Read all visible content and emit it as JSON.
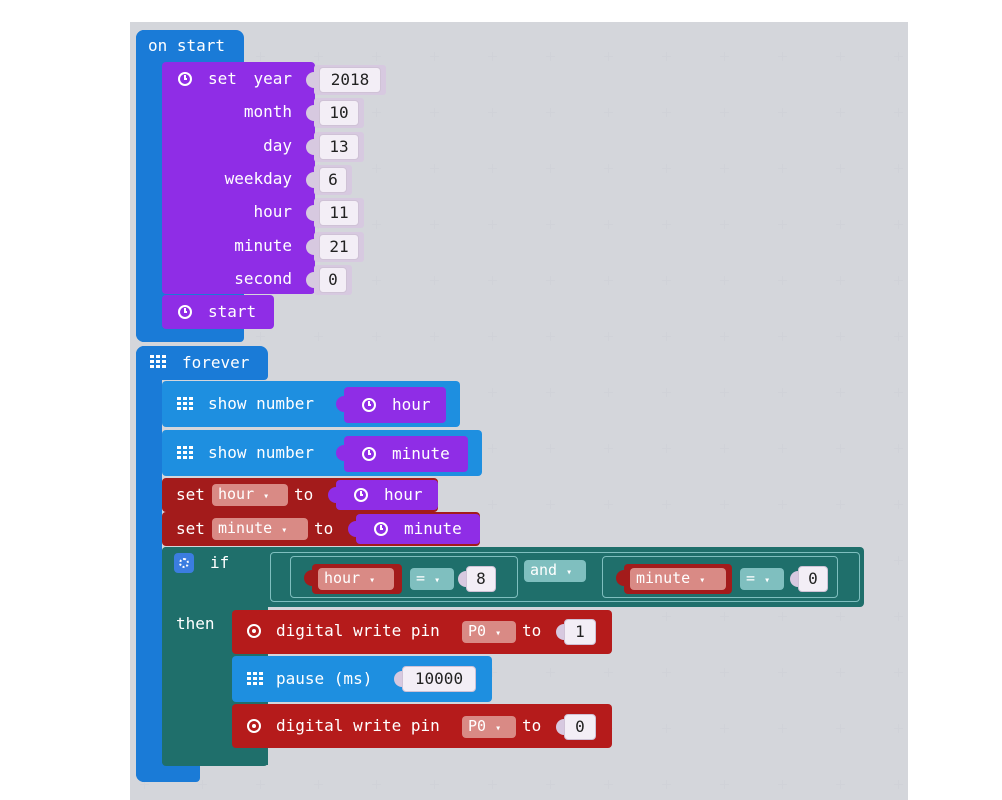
{
  "colors": {
    "event": "#1a7bd7",
    "time": "#8f2de6",
    "time_inner": "#9b3cf2",
    "basic": "#1e8fe0",
    "variable": "#a31b1b",
    "logic": "#1f6f6b",
    "compare": "#7fbfbf",
    "pins": "#b51b1b",
    "workspace": "#ecedf0"
  },
  "on_start": {
    "label": "on start",
    "set_time": {
      "icon": "clock-icon",
      "prefix": "set",
      "fields": [
        {
          "label": "year",
          "value": "2018"
        },
        {
          "label": "month",
          "value": "10"
        },
        {
          "label": "day",
          "value": "13"
        },
        {
          "label": "weekday",
          "value": "6"
        },
        {
          "label": "hour",
          "value": "11"
        },
        {
          "label": "minute",
          "value": "21"
        },
        {
          "label": "second",
          "value": "0"
        }
      ]
    },
    "start": {
      "icon": "clock-icon",
      "label": "start"
    }
  },
  "forever": {
    "label": "forever",
    "icon": "grid-icon",
    "show_hour": {
      "label": "show number",
      "arg": "hour"
    },
    "show_minute": {
      "label": "show number",
      "arg": "minute"
    },
    "set_hour": {
      "set": "set",
      "var": "hour",
      "to": "to",
      "arg": "hour"
    },
    "set_minute": {
      "set": "set",
      "var": "minute",
      "to": "to",
      "arg": "minute"
    },
    "if_block": {
      "if": "if",
      "then": "then",
      "and": "and",
      "cond1": {
        "var": "hour",
        "op": "=",
        "value": "8"
      },
      "cond2": {
        "var": "minute",
        "op": "=",
        "value": "0"
      },
      "write1": {
        "label": "digital write pin",
        "pin": "P0",
        "to": "to",
        "value": "1"
      },
      "pause": {
        "label": "pause (ms)",
        "value": "10000"
      },
      "write2": {
        "label": "digital write pin",
        "pin": "P0",
        "to": "to",
        "value": "0"
      }
    }
  }
}
